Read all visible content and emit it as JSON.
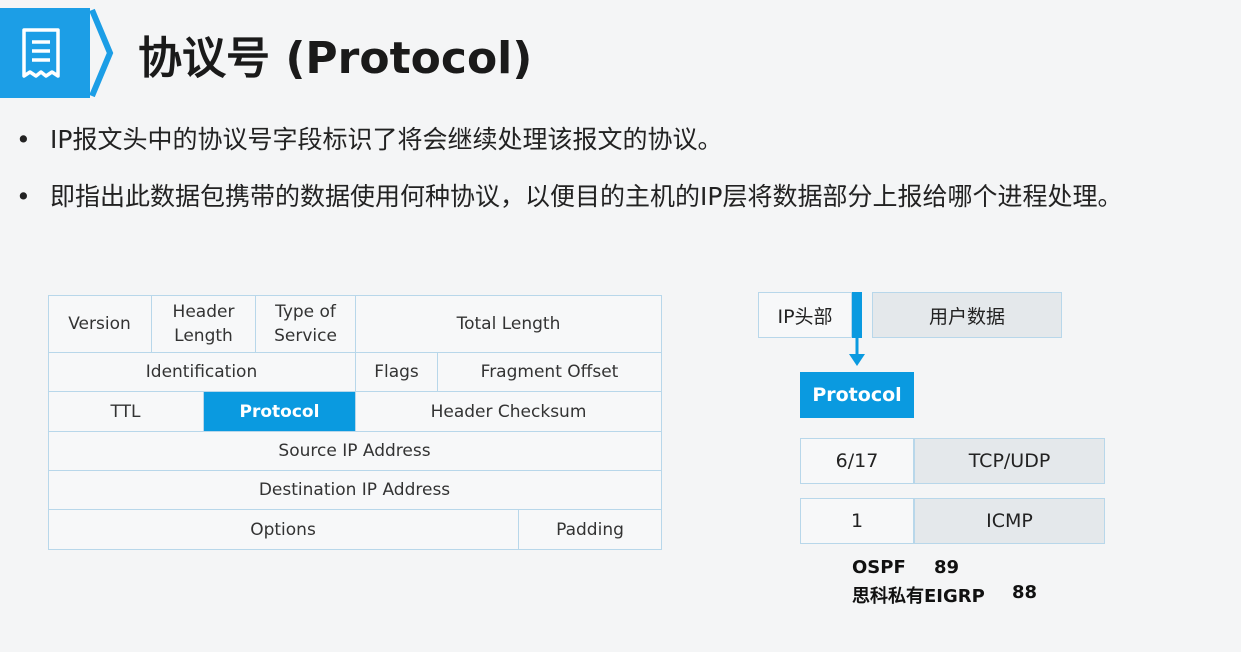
{
  "header": {
    "title": "协议号 (Protocol)",
    "icon": "document-icon",
    "accent": "#1c9ee6"
  },
  "bullets": [
    {
      "marker": "•",
      "text": "IP报文头中的协议号字段标识了将会继续处理该报文的协议。"
    },
    {
      "marker": "•",
      "text": "即指出此数据包携带的数据使用何种协议，以便目的主机的IP层将数据部分上报给哪个进程处理。"
    }
  ],
  "ip_header": {
    "version": "Version",
    "header_length_1": "Header",
    "header_length_2": "Length",
    "tos_1": "Type of",
    "tos_2": "Service",
    "total_length": "Total Length",
    "identification": "Identification",
    "flags": "Flags",
    "fragment_offset": "Fragment Offset",
    "ttl": "TTL",
    "protocol": "Protocol",
    "header_checksum": "Header Checksum",
    "source_ip": "Source IP Address",
    "destination_ip": "Destination IP Address",
    "options": "Options",
    "padding": "Padding"
  },
  "diagram": {
    "ip_header_label": "IP头部",
    "user_data_label": "用户数据",
    "protocol_label": "Protocol",
    "rows": [
      {
        "value": "6/17",
        "protocol": "TCP/UDP"
      },
      {
        "value": "1",
        "protocol": "ICMP"
      }
    ],
    "notes": [
      {
        "name": "OSPF",
        "number": "89"
      },
      {
        "name": "思科私有EIGRP",
        "number": "88"
      }
    ]
  }
}
